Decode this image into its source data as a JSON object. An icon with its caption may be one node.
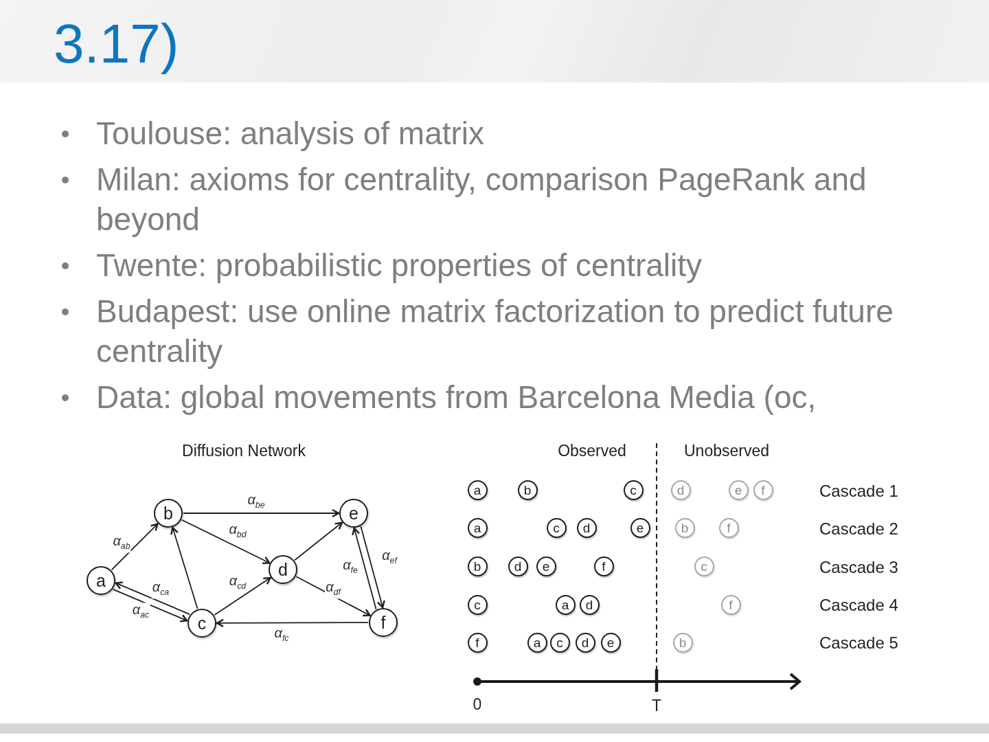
{
  "diagram": {
    "title": "3.17)",
    "nodes": [
      {
        "text": [
          "a"
        ]
      },
      {
        "text": [
          "b"
        ]
      },
      {
        "text": [
          "c"
        ]
      },
      {
        "text": [
          "d"
        ]
      },
      {
        "text": [
          "e"
        ]
      },
      {
        "text": [
          "f"
        ]
      },
      {
        "text": [
          "a"
        ]
      },
      {
        "text": [
          "b"
        ]
      },
      {
        "text": [
          "c"
        ]
      },
      {
        "text": [
          "d"
        ]
      },
      {
        "text": [
          "e"
        ]
      },
      {
        "text": [
          "f"
        ]
      },
      {
        "text": [
          "a"
        ]
      },
      {
        "text": [
          "c"
        ]
      },
      {
        "text": [
          "d"
        ]
      },
      {
        "text": [
          "e"
        ]
      },
      {
        "text": [
          "b"
        ]
      },
      {
        "text": [
          "f"
        ]
      },
      {
        "text": [
          "b"
        ]
      },
      {
        "text": [
          "d"
        ]
      },
      {
        "text": [
          "e"
        ]
      },
      {
        "text": [
          "f"
        ]
      },
      {
        "text": [
          "c"
        ]
      },
      {
        "text": [
          "c"
        ]
      },
      {
        "text": [
          "a"
        ]
      },
      {
        "text": [
          "d"
        ]
      },
      {
        "text": [
          "f"
        ]
      },
      {
        "text": [
          "f"
        ]
      },
      {
        "text": [
          "a"
        ]
      },
      {
        "text": [
          "c"
        ]
      },
      {
        "text": [
          "d"
        ]
      },
      {
        "text": [
          "e"
        ]
      },
      {
        "text": [
          "b"
        ]
      }
    ],
    "edges": [
      {
        "from": 0,
        "to": 1,
        "arrow": "to",
        "label": "α$_{ab}$"
      },
      {
        "from": 1,
        "to": 4,
        "arrow": "to",
        "label": "α$_{be}$"
      },
      {
        "from": 1,
        "to": 3,
        "arrow": "to",
        "label": "α$_{bd}$"
      },
      {
        "from": 2,
        "to": 1,
        "arrow": "to"
      },
      {
        "from": 2,
        "to": 0,
        "arrow": "to",
        "label": "α$_{ca}$"
      },
      {
        "from": 0,
        "to": 2,
        "arrow": "to",
        "label": "α$_{ac}$"
      },
      {
        "from": 2,
        "to": 3,
        "arrow": "to",
        "label": "α$_{cd}$"
      },
      {
        "from": 3,
        "to": 4,
        "arrow": "to"
      },
      {
        "from": 3,
        "to": 5,
        "arrow": "to",
        "label": "α$_{df}$"
      },
      {
        "from": 5,
        "to": 4,
        "arrow": "to",
        "label": "α$_{fe}$"
      },
      {
        "from": 4,
        "to": 5,
        "arrow": "to",
        "label": "α$_{ef}$"
      },
      {
        "from": 5,
        "to": 2,
        "arrow": "to",
        "label": "α$_{fc}$"
      }
    ],
    "labels": [
      "Toulouse: analysis of matrix",
      "Milan: axioms for centrality, comparison PageRank and beyond",
      "Twente: probabilistic properties of centrality",
      "Budapest: use online matrix factorization to predict future centrality",
      "Data: global movements from Barcelona Media (oc,",
      "Diffusion Network",
      "Observed",
      "Unobserved",
      "Cascade 1",
      "Cascade 2",
      "Cascade 3",
      "Cascade 4",
      "Cascade 5",
      "0",
      "T"
    ]
  }
}
